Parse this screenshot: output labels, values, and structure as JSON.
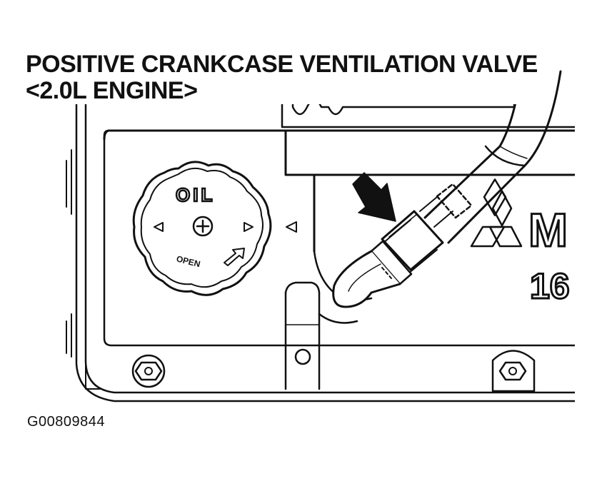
{
  "title": {
    "line1": "POSITIVE CRANKCASE VENTILATION VALVE",
    "line2": "<2.0L ENGINE>"
  },
  "figure_id": "G00809844",
  "oil_cap": {
    "label": "OIL",
    "open_label": "OPEN"
  },
  "cover_text": {
    "brand": "M",
    "number": "16"
  }
}
